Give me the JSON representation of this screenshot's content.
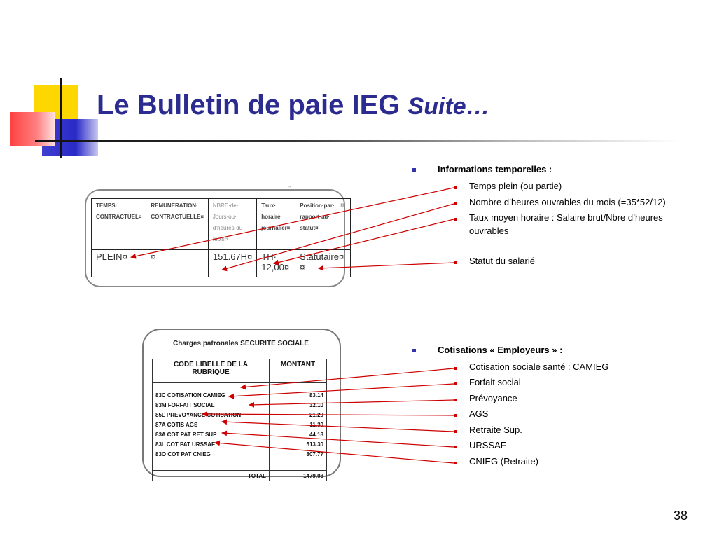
{
  "slide": {
    "title_main": "Le Bulletin de paie IEG",
    "title_suffix": "Suite…",
    "page_number": "38"
  },
  "section1": {
    "heading": "Informations temporelles :",
    "items": [
      "Temps plein (ou partie)",
      "Nombre d’heures ouvrables du mois (=35*52/12)",
      "Taux moyen horaire : Salaire brut/Nbre d’heures",
      "ouvrables",
      "Statut du salarié"
    ]
  },
  "table1": {
    "mark_top": "„",
    "mark_right": "¤",
    "headers": [
      [
        "TEMPS·",
        "CONTRACTUEL¤"
      ],
      [
        "REMUNERATION·",
        "CONTRACTUELLE¤"
      ],
      [
        "NBRE·de·",
        "Jours·ou·",
        "d’heures·du·",
        "mois¤"
      ],
      [
        "Taux·",
        "horaire·",
        "journalier¤"
      ],
      [
        "Position·par·",
        "rapport·au·",
        "statut¤"
      ]
    ],
    "values": [
      [
        "PLEIN¤"
      ],
      [
        "¤"
      ],
      [
        "151.67H¤"
      ],
      [
        "TH·",
        "12,00¤"
      ],
      [
        "Statutaire¤¤"
      ]
    ]
  },
  "section2": {
    "heading": "Cotisations « Employeurs » :",
    "items": [
      "Cotisation sociale santé : CAMIEG",
      "Forfait social",
      "Prévoyance",
      "AGS",
      "Retraite Sup.",
      "URSSAF",
      "CNIEG (Retraite)"
    ]
  },
  "table2": {
    "title": "Charges patronales SECURITE SOCIALE",
    "header_code_line1": "CODE LIBELLE DE LA",
    "header_code_line2": "RUBRIQUE",
    "header_amount": "MONTANT",
    "rows": [
      {
        "label": "83C   COTISATION CAMIEG",
        "amount": "83.14"
      },
      {
        "label": "83M  FORFAIT SOCIAL",
        "amount": "32.10"
      },
      {
        "label": "85L    PREVOYANCE  COTISATION",
        "amount": "21.29"
      },
      {
        "label": "87A    COTIS AGS",
        "amount": "11.30"
      },
      {
        "label": "83A    COT PAT RET SUP",
        "amount": "44.18"
      },
      {
        "label": "83L COT PAT URSSAF",
        "amount": "513.30"
      },
      {
        "label": "83O COT PAT CNIEG",
        "amount": "807.77"
      }
    ],
    "total_label": "TOTAL",
    "total_amount": "1479.08"
  },
  "colors": {
    "title": "#2b2b90",
    "arrow": "#cc0000",
    "bullet_level1": "#3333aa",
    "bullet_level2": "#cc0000",
    "logo_yellow": "#ffd700",
    "logo_red": "#ff4040",
    "logo_blue": "#3f3fd0"
  }
}
